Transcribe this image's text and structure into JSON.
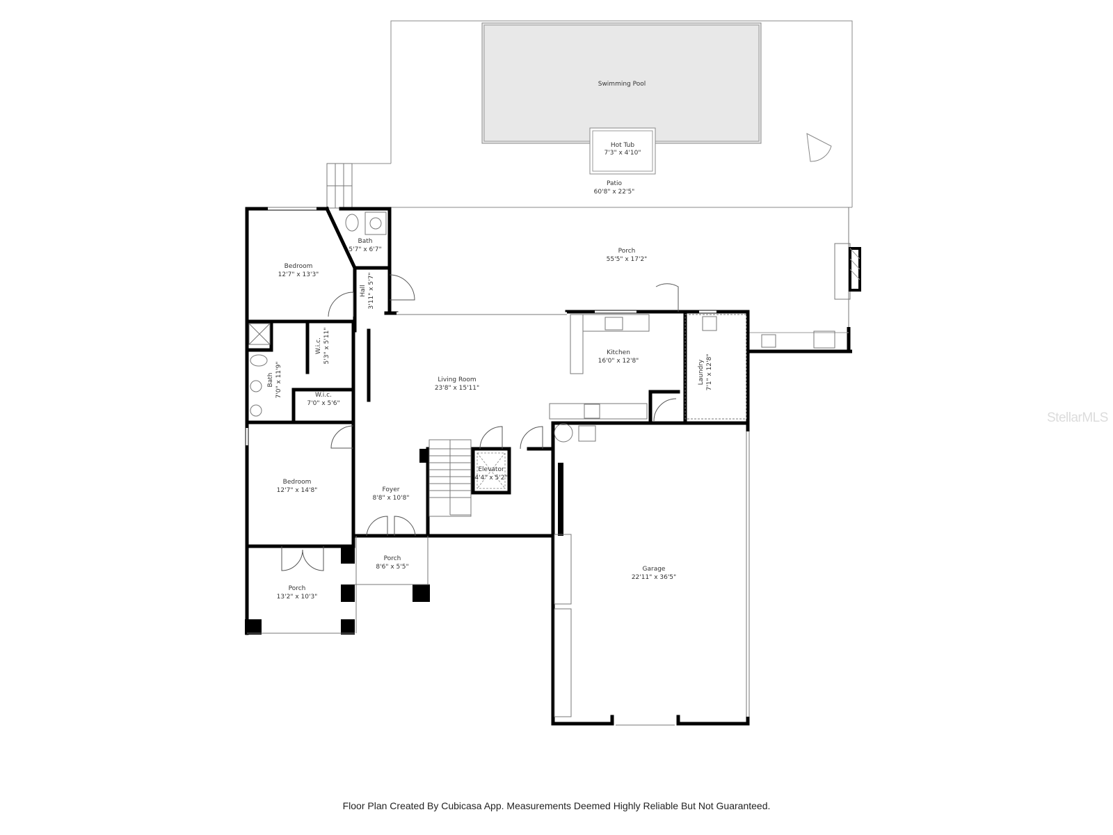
{
  "floor_plan": {
    "rooms": [
      {
        "name": "Swimming Pool",
        "dims": ""
      },
      {
        "name": "Hot Tub",
        "dims": "7'3\" x 4'10\""
      },
      {
        "name": "Patio",
        "dims": "60'8\" x 22'5\""
      },
      {
        "name": "Porch",
        "dims": "55'5\" x 17'2\""
      },
      {
        "name": "Bedroom",
        "dims": "12'7\" x 13'3\""
      },
      {
        "name": "Bath",
        "dims": "5'7\" x 6'7\""
      },
      {
        "name": "Hall",
        "dims": "3'11\" x 5'7\""
      },
      {
        "name": "W.i.c.",
        "dims": "5'3\" x 5'11\""
      },
      {
        "name": "Bath",
        "dims": "7'0\" x 11'9\""
      },
      {
        "name": "W.i.c.",
        "dims": "7'0\" x 5'6\""
      },
      {
        "name": "Living Room",
        "dims": "23'8\" x 15'11\""
      },
      {
        "name": "Kitchen",
        "dims": "16'0\" x 12'8\""
      },
      {
        "name": "Laundry",
        "dims": "7'1\" x 12'8\""
      },
      {
        "name": "Elevator",
        "dims": "4'4\" x 5'2\""
      },
      {
        "name": "Bedroom",
        "dims": "12'7\" x 14'8\""
      },
      {
        "name": "Foyer",
        "dims": "8'8\" x 10'8\""
      },
      {
        "name": "Porch",
        "dims": "8'6\" x 5'5\""
      },
      {
        "name": "Porch",
        "dims": "13'2\" x 10'3\""
      },
      {
        "name": "Garage",
        "dims": "22'11\" x 36'5\""
      }
    ],
    "colors": {
      "wall": "#000000",
      "pool_fill": "#e8e8e8",
      "line": "#555555"
    }
  },
  "caption": "Floor Plan Created By Cubicasa App. Measurements Deemed Highly Reliable But Not Guaranteed.",
  "watermark": "StellarMLS"
}
